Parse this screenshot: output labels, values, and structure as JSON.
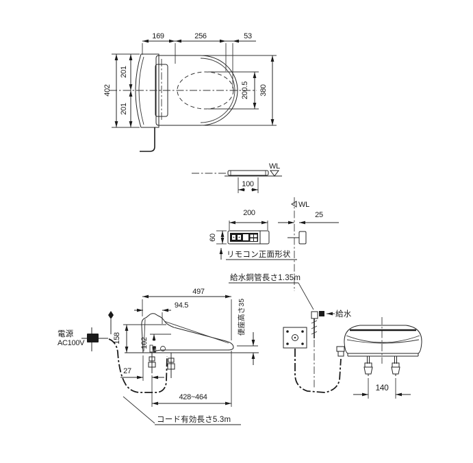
{
  "colors": {
    "ink": "#1a1a1a",
    "paper": "#ffffff"
  },
  "top_view": {
    "dim_top_left": "169",
    "dim_top_mid": "256",
    "dim_top_right": "53",
    "dim_left_total": "402",
    "dim_left_upper": "201",
    "dim_left_lower": "201",
    "dim_opening": "200.5",
    "dim_lid_width": "380"
  },
  "wall_profile": {
    "dim_width": "100",
    "wl": "WL"
  },
  "remote_front": {
    "dim_width": "200",
    "dim_height": "60",
    "caption": "リモコン正面形状"
  },
  "remote_side": {
    "wl": "WL",
    "dim_offset": "25"
  },
  "side_view": {
    "dim_depth": "497",
    "dim_front": "94.5",
    "dim_height_total": "158",
    "dim_height_body": "102",
    "dim_bolt_offset": "27",
    "dim_bowl_range": "428~464",
    "seat_height_label": "便座高さ35",
    "power_label": "電源",
    "power_value": "AC100V",
    "cord_label": "コード有効長さ5.3m",
    "hose_label": "給水銅管長さ1.35m"
  },
  "rear_view": {
    "dim_bolt_pitch": "140",
    "supply_label": "給水"
  }
}
